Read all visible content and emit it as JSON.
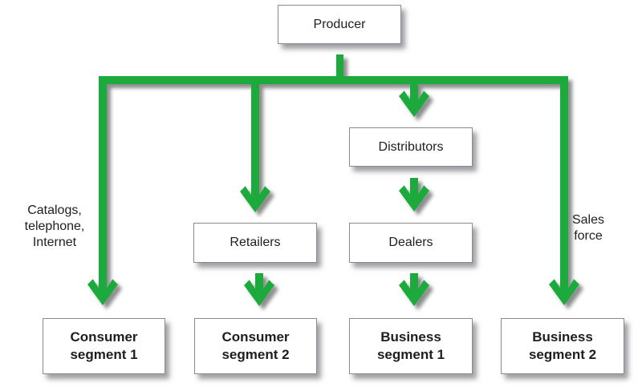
{
  "diagram": {
    "title": "Marketing channel structure",
    "colors": {
      "arrow": "#1aaa3c",
      "box_border": "#8a8a8a",
      "text": "#1e1e1e"
    },
    "producer": {
      "label": "Producer"
    },
    "intermediaries": {
      "distributors": {
        "label": "Distributors"
      },
      "retailers": {
        "label": "Retailers"
      },
      "dealers": {
        "label": "Dealers"
      }
    },
    "segments": [
      {
        "line1": "Consumer",
        "line2": "segment 1"
      },
      {
        "line1": "Consumer",
        "line2": "segment 2"
      },
      {
        "line1": "Business",
        "line2": "segment 1"
      },
      {
        "line1": "Business",
        "line2": "segment 2"
      }
    ],
    "channel_labels": {
      "direct_consumer": [
        "Catalogs,",
        "telephone,",
        "Internet"
      ],
      "direct_business": [
        "Sales",
        "force"
      ]
    },
    "edges": [
      {
        "from": "Producer",
        "to": "Consumer segment 1",
        "label": "Catalogs, telephone, Internet"
      },
      {
        "from": "Producer",
        "to": "Retailers"
      },
      {
        "from": "Retailers",
        "to": "Consumer segment 2"
      },
      {
        "from": "Producer",
        "to": "Distributors"
      },
      {
        "from": "Distributors",
        "to": "Dealers"
      },
      {
        "from": "Dealers",
        "to": "Business segment 1"
      },
      {
        "from": "Producer",
        "to": "Business segment 2",
        "label": "Sales force"
      }
    ]
  }
}
